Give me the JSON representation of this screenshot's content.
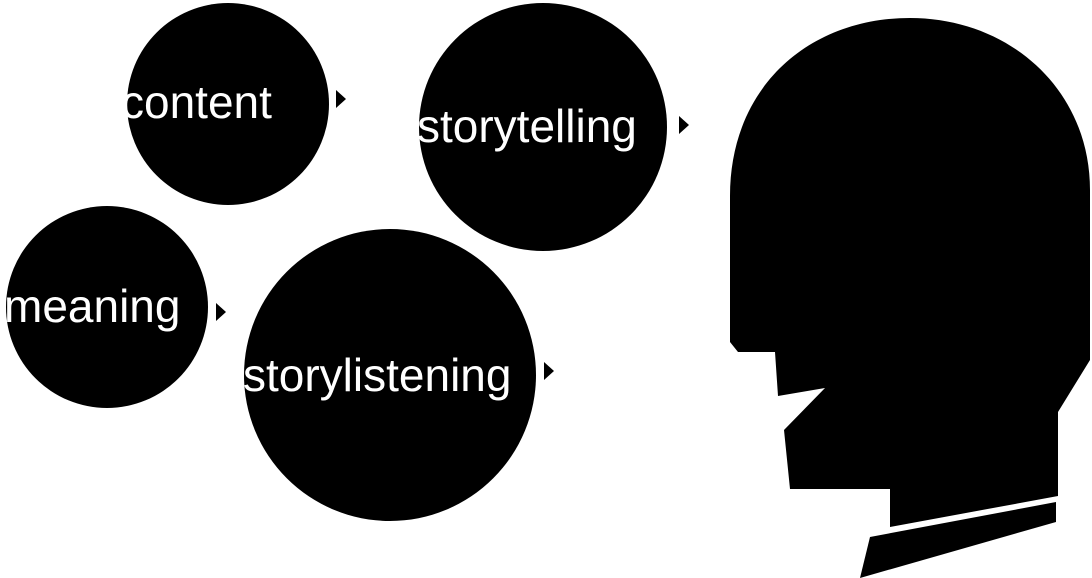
{
  "diagram": {
    "bubbles": [
      {
        "id": "content",
        "label": "content"
      },
      {
        "id": "storytelling",
        "label": "storytelling"
      },
      {
        "id": "meaning",
        "label": "meaning"
      },
      {
        "id": "storylistening",
        "label": "storylistening"
      }
    ],
    "head_icon": "human-head-silhouette-icon",
    "colors": {
      "bubble_fill": "#000000",
      "bubble_text": "#ffffff",
      "background": "#ffffff"
    }
  }
}
